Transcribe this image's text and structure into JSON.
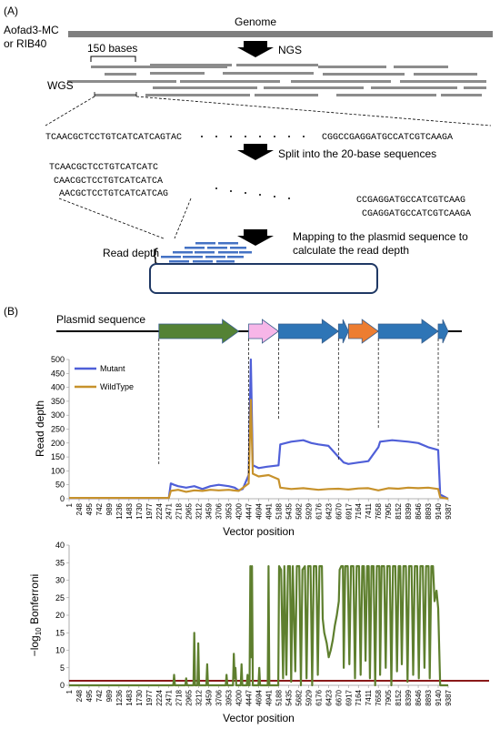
{
  "panel_a": {
    "label": "(A)",
    "strain_label_1": "Aofad3-MC",
    "strain_label_2": "or RIB40",
    "genome_label": "Genome",
    "ngs_label": "NGS",
    "read_length_label": "150 bases",
    "wgs_label": "WGS",
    "read_seq_left": "TCAACGCTCCTGTCATCATCAGTAC",
    "read_seq_right": "CGGCCGAGGATGCCATCGTCAAGA",
    "split_label": "Split into the 20-base sequences",
    "split_seqs_left": [
      "TCAACGCTCCTGTCATCATC",
      "CAACGCTCCTGTCATCATCA",
      "AACGCTCCTGTCATCATCAG"
    ],
    "split_seqs_right": [
      "CCGAGGATGCCATCGTCAAG",
      "CGAGGATGCCATCGTCAAGA"
    ],
    "read_depth_label": "Read depth",
    "mapping_label_1": "Mapping to the plasmid sequence to",
    "mapping_label_2": "calculate the read depth"
  },
  "panel_b": {
    "label": "(B)",
    "plasmid_label": "Plasmid sequence",
    "gene_arrows": [
      {
        "start": 2224,
        "end": 4200,
        "color": "#548235"
      },
      {
        "start": 4447,
        "end": 5188,
        "color": "#f7b6e8"
      },
      {
        "start": 5188,
        "end": 6670,
        "color": "#2e75b6"
      },
      {
        "start": 6670,
        "end": 6917,
        "color": "#2e75b6"
      },
      {
        "start": 6917,
        "end": 7658,
        "color": "#ed7d31"
      },
      {
        "start": 7658,
        "end": 9140,
        "color": "#2e75b6"
      },
      {
        "start": 9140,
        "end": 9387,
        "color": "#2e75b6"
      }
    ]
  },
  "chart_data": [
    {
      "type": "line",
      "ylabel": "Read depth",
      "xlabel": "Vector position",
      "ylim": [
        0,
        500
      ],
      "yticks": [
        "0",
        "50",
        "100",
        "150",
        "200",
        "250",
        "300",
        "350",
        "400",
        "450",
        "500"
      ],
      "xticks": [
        "1",
        "248",
        "495",
        "742",
        "989",
        "1236",
        "1483",
        "1730",
        "1977",
        "2224",
        "2471",
        "2718",
        "2965",
        "3212",
        "3459",
        "3706",
        "3953",
        "4200",
        "4447",
        "4694",
        "4941",
        "5188",
        "5435",
        "5682",
        "5929",
        "6176",
        "6423",
        "6670",
        "6917",
        "7164",
        "7411",
        "7658",
        "7905",
        "8152",
        "8399",
        "8646",
        "8893",
        "9140",
        "9387"
      ],
      "legend_placement": "top-left",
      "series": [
        {
          "name": "Mutant",
          "color": "#4f5fd8",
          "points": [
            [
              1,
              2
            ],
            [
              2224,
              2
            ],
            [
              2471,
              3
            ],
            [
              2520,
              55
            ],
            [
              2600,
              50
            ],
            [
              2700,
              45
            ],
            [
              2900,
              40
            ],
            [
              3100,
              45
            ],
            [
              3300,
              35
            ],
            [
              3500,
              45
            ],
            [
              3706,
              50
            ],
            [
              3953,
              45
            ],
            [
              4100,
              40
            ],
            [
              4200,
              30
            ],
            [
              4300,
              35
            ],
            [
              4447,
              85
            ],
            [
              4500,
              500
            ],
            [
              4550,
              120
            ],
            [
              4694,
              110
            ],
            [
              4900,
              115
            ],
            [
              5188,
              120
            ],
            [
              5230,
              195
            ],
            [
              5500,
              205
            ],
            [
              5800,
              210
            ],
            [
              6000,
              200
            ],
            [
              6176,
              195
            ],
            [
              6423,
              190
            ],
            [
              6670,
              150
            ],
            [
              6800,
              130
            ],
            [
              6917,
              125
            ],
            [
              7164,
              130
            ],
            [
              7411,
              135
            ],
            [
              7658,
              185
            ],
            [
              7700,
              205
            ],
            [
              8000,
              210
            ],
            [
              8399,
              205
            ],
            [
              8646,
              200
            ],
            [
              8893,
              185
            ],
            [
              9140,
              175
            ],
            [
              9188,
              15
            ],
            [
              9387,
              0
            ]
          ]
        },
        {
          "name": "WildType",
          "color": "#c7922c",
          "points": [
            [
              1,
              3
            ],
            [
              2224,
              3
            ],
            [
              2471,
              3
            ],
            [
              2520,
              28
            ],
            [
              2700,
              32
            ],
            [
              2900,
              25
            ],
            [
              3100,
              30
            ],
            [
              3300,
              28
            ],
            [
              3500,
              32
            ],
            [
              3706,
              30
            ],
            [
              3953,
              32
            ],
            [
              4200,
              28
            ],
            [
              4447,
              55
            ],
            [
              4500,
              355
            ],
            [
              4550,
              90
            ],
            [
              4694,
              80
            ],
            [
              4941,
              85
            ],
            [
              5188,
              70
            ],
            [
              5230,
              40
            ],
            [
              5500,
              35
            ],
            [
              5800,
              38
            ],
            [
              6176,
              32
            ],
            [
              6423,
              35
            ],
            [
              6670,
              36
            ],
            [
              6917,
              33
            ],
            [
              7164,
              37
            ],
            [
              7411,
              38
            ],
            [
              7658,
              30
            ],
            [
              7905,
              38
            ],
            [
              8152,
              36
            ],
            [
              8399,
              40
            ],
            [
              8646,
              38
            ],
            [
              8893,
              40
            ],
            [
              9140,
              35
            ],
            [
              9188,
              5
            ],
            [
              9387,
              0
            ]
          ]
        }
      ]
    },
    {
      "type": "line",
      "ylabel": "−log10 Bonferroni",
      "xlabel": "Vector position",
      "ylim": [
        0,
        40
      ],
      "yticks": [
        "0",
        "5",
        "10",
        "15",
        "20",
        "25",
        "30",
        "35",
        "40"
      ],
      "xticks": [
        "1",
        "248",
        "495",
        "742",
        "989",
        "1236",
        "1483",
        "1730",
        "1977",
        "2224",
        "2471",
        "2718",
        "2965",
        "3212",
        "3459",
        "3706",
        "3953",
        "4200",
        "4447",
        "4694",
        "4941",
        "5188",
        "5435",
        "5682",
        "5929",
        "6176",
        "6423",
        "6670",
        "6917",
        "7164",
        "7411",
        "7658",
        "7905",
        "8152",
        "8399",
        "8646",
        "8893",
        "9140",
        "9387"
      ],
      "threshold": 1.3,
      "series": [
        {
          "name": "",
          "color": "#5e7f2e",
          "points": [
            [
              1,
              0
            ],
            [
              2580,
              0
            ],
            [
              2600,
              3
            ],
            [
              2620,
              0
            ],
            [
              2880,
              0
            ],
            [
              2900,
              2
            ],
            [
              2920,
              0
            ],
            [
              3080,
              0
            ],
            [
              3100,
              15
            ],
            [
              3120,
              0
            ],
            [
              3180,
              0
            ],
            [
              3200,
              12
            ],
            [
              3220,
              0
            ],
            [
              3400,
              0
            ],
            [
              3420,
              6
            ],
            [
              3440,
              0
            ],
            [
              3880,
              0
            ],
            [
              3900,
              3
            ],
            [
              3920,
              0
            ],
            [
              4060,
              0
            ],
            [
              4080,
              9
            ],
            [
              4100,
              2
            ],
            [
              4120,
              5
            ],
            [
              4140,
              0
            ],
            [
              4250,
              0
            ],
            [
              4270,
              6
            ],
            [
              4290,
              0
            ],
            [
              4400,
              0
            ],
            [
              4420,
              3
            ],
            [
              4440,
              0
            ],
            [
              4470,
              0
            ],
            [
              4490,
              34
            ],
            [
              4510,
              8
            ],
            [
              4530,
              34
            ],
            [
              4550,
              0
            ],
            [
              4690,
              0
            ],
            [
              4710,
              5
            ],
            [
              4730,
              0
            ],
            [
              4920,
              0
            ],
            [
              4940,
              34
            ],
            [
              4960,
              0
            ],
            [
              5180,
              0
            ],
            [
              5200,
              34
            ],
            [
              5250,
              33
            ],
            [
              5300,
              2
            ],
            [
              5330,
              34
            ],
            [
              5380,
              3
            ],
            [
              5420,
              34
            ],
            [
              5470,
              34
            ],
            [
              5500,
              1
            ],
            [
              5540,
              34
            ],
            [
              5600,
              4
            ],
            [
              5640,
              34
            ],
            [
              5700,
              34
            ],
            [
              5740,
              0
            ],
            [
              5780,
              33
            ],
            [
              5840,
              34
            ],
            [
              5880,
              2
            ],
            [
              5920,
              34
            ],
            [
              5980,
              34
            ],
            [
              6020,
              0
            ],
            [
              6060,
              34
            ],
            [
              6120,
              34
            ],
            [
              6160,
              3
            ],
            [
              6200,
              34
            ],
            [
              6260,
              34
            ],
            [
              6280,
              19
            ],
            [
              6320,
              15
            ],
            [
              6380,
              12
            ],
            [
              6430,
              8
            ],
            [
              6480,
              10
            ],
            [
              6530,
              13
            ],
            [
              6580,
              17
            ],
            [
              6630,
              20
            ],
            [
              6680,
              24
            ],
            [
              6700,
              33
            ],
            [
              6740,
              34
            ],
            [
              6780,
              34
            ],
            [
              6800,
              5
            ],
            [
              6840,
              34
            ],
            [
              6900,
              34
            ],
            [
              6940,
              6
            ],
            [
              6980,
              34
            ],
            [
              7040,
              34
            ],
            [
              7080,
              2
            ],
            [
              7120,
              34
            ],
            [
              7180,
              34
            ],
            [
              7220,
              3
            ],
            [
              7260,
              34
            ],
            [
              7300,
              34
            ],
            [
              7340,
              7
            ],
            [
              7380,
              34
            ],
            [
              7420,
              34
            ],
            [
              7450,
              2
            ],
            [
              7490,
              34
            ],
            [
              7540,
              34
            ],
            [
              7580,
              0
            ],
            [
              7620,
              34
            ],
            [
              7680,
              34
            ],
            [
              7700,
              3
            ],
            [
              7740,
              34
            ],
            [
              7800,
              34
            ],
            [
              7840,
              5
            ],
            [
              7880,
              34
            ],
            [
              7940,
              34
            ],
            [
              7980,
              0
            ],
            [
              8020,
              34
            ],
            [
              8080,
              34
            ],
            [
              8120,
              4
            ],
            [
              8160,
              34
            ],
            [
              8200,
              34
            ],
            [
              8240,
              6
            ],
            [
              8280,
              34
            ],
            [
              8340,
              34
            ],
            [
              8380,
              1
            ],
            [
              8420,
              34
            ],
            [
              8480,
              34
            ],
            [
              8520,
              3
            ],
            [
              8560,
              34
            ],
            [
              8620,
              34
            ],
            [
              8660,
              2
            ],
            [
              8700,
              34
            ],
            [
              8760,
              34
            ],
            [
              8800,
              5
            ],
            [
              8840,
              34
            ],
            [
              8900,
              34
            ],
            [
              8930,
              2
            ],
            [
              8970,
              34
            ],
            [
              9010,
              34
            ],
            [
              9050,
              24
            ],
            [
              9100,
              27
            ],
            [
              9140,
              22
            ],
            [
              9188,
              0
            ],
            [
              9387,
              0
            ]
          ]
        }
      ]
    }
  ]
}
